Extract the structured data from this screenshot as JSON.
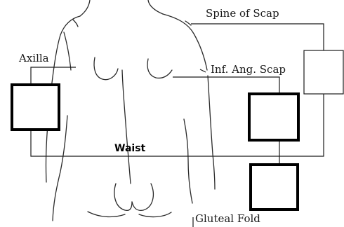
{
  "labels": {
    "spine_of_scap": "Spine of Scap",
    "axilla": "Axilla",
    "inf_ang_scap": "Inf. Ang. Scap",
    "waist": "Waist",
    "gluteal_fold": "Gluteal Fold"
  },
  "colors": {
    "figure_line": "#2a2a2a",
    "connector_line": "#1a1a1a",
    "bold_box_border": "#000000",
    "background": "#ffffff"
  }
}
